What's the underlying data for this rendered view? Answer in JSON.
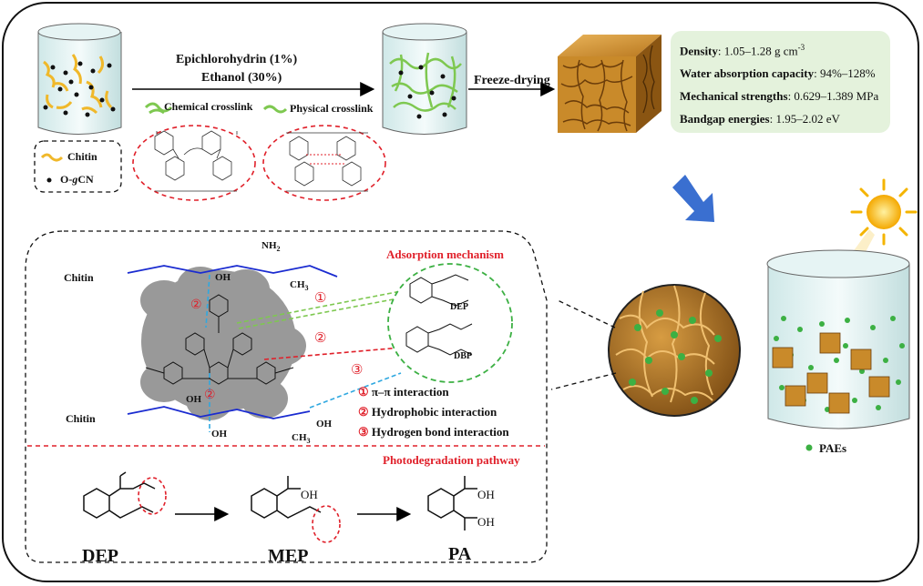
{
  "process": {
    "reagent1": "Epichlorohydrin (1%)",
    "reagent2": "Ethanol (30%)",
    "freeze_step": "Freeze-drying",
    "chemical_crosslink": "Chemical crosslink",
    "physical_crosslink": "Physical crosslink"
  },
  "legend": {
    "chitin": "Chitin",
    "ogcn_prefix": "O-",
    "ogcn_italic": "g",
    "ogcn_suffix": "CN"
  },
  "properties": [
    {
      "label": "Density",
      "value": ": 1.05–1.28 g cm",
      "sup": "-3"
    },
    {
      "label": "Water absorption capacity",
      "value": ": 94%–128%",
      "sup": ""
    },
    {
      "label": "Mechanical strengths",
      "value": ": 0.629–1.389 MPa",
      "sup": ""
    },
    {
      "label": "Bandgap energies",
      "value": ": 1.95–2.02 eV",
      "sup": ""
    }
  ],
  "mechanism": {
    "title": "Adsorption mechanism",
    "chitin_top": "Chitin",
    "chitin_bottom": "Chitin",
    "nh2": "NH",
    "nh2_sub": "2",
    "oh": "OH",
    "ch3": "CH",
    "ch3_sub": "3",
    "dep": "DEP",
    "dbp": "DBP",
    "marker1": "①",
    "marker2": "②",
    "marker3": "③",
    "interactions": [
      {
        "marker": "①",
        "text": "π–π interaction"
      },
      {
        "marker": "②",
        "text": "Hydrophobic interaction"
      },
      {
        "marker": "③",
        "text": "Hydrogen bond interaction"
      }
    ]
  },
  "photodegradation": {
    "title": "Photodegradation pathway",
    "compounds": [
      "DEP",
      "MEP",
      "PA"
    ],
    "oh": "OH"
  },
  "beaker_label": "PAEs",
  "colors": {
    "red": "#e0202a",
    "green_box": "#e4f2dc",
    "chitin_yellow": "#f0b82a",
    "chitin_blue": "#1a2bd0",
    "green_dot": "#3cb043",
    "sponge": "#c98a2a",
    "arrow_blue": "#3a6fd0"
  },
  "icons": [
    "sun-icon",
    "down-arrow-icon",
    "beaker-icon",
    "sponge-cube-icon"
  ]
}
